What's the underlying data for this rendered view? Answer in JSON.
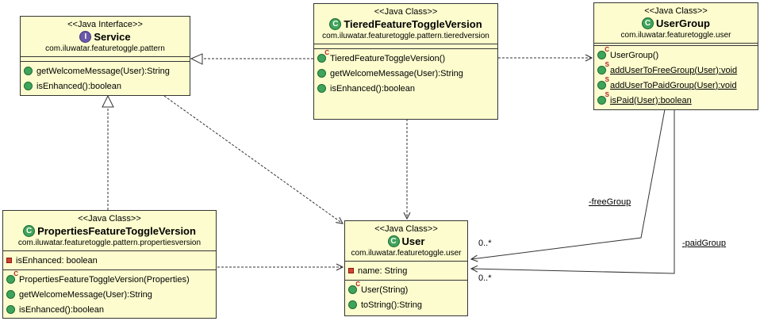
{
  "diagram": {
    "colors": {
      "box_fill": "#FCFCCE",
      "box_border": "#353535",
      "class_icon_green": "#3FA45B",
      "interface_icon_purple": "#6A58A8",
      "field_icon_red": "#D04437",
      "modifier_letter_red": "#B22222",
      "edge_stroke": "#333333"
    },
    "icons": {
      "class_letter": "C",
      "interface_letter": "I"
    },
    "classes": [
      {
        "id": "service",
        "stereotype": "<<Java Interface>>",
        "name": "Service",
        "kind": "interface",
        "package": "com.iluwatar.featuretoggle.pattern",
        "fields": [],
        "methods": [
          {
            "label": "getWelcomeMessage(User):String",
            "modifier": "public"
          },
          {
            "label": "isEnhanced():boolean",
            "modifier": "public"
          }
        ]
      },
      {
        "id": "tiered-feature-toggle-version",
        "stereotype": "<<Java Class>>",
        "name": "TieredFeatureToggleVersion",
        "kind": "class",
        "package": "com.iluwatar.featuretoggle.pattern.tieredversion",
        "fields": [],
        "methods": [
          {
            "label": "TieredFeatureToggleVersion()",
            "modifier": "constructor"
          },
          {
            "label": "getWelcomeMessage(User):String",
            "modifier": "public"
          },
          {
            "label": "isEnhanced():boolean",
            "modifier": "public"
          }
        ]
      },
      {
        "id": "user-group",
        "stereotype": "<<Java Class>>",
        "name": "UserGroup",
        "kind": "class",
        "package": "com.iluwatar.featuretoggle.user",
        "fields": [],
        "methods": [
          {
            "label": "UserGroup()",
            "modifier": "constructor"
          },
          {
            "label": "addUserToFreeGroup(User):void",
            "modifier": "static"
          },
          {
            "label": "addUserToPaidGroup(User):void",
            "modifier": "static"
          },
          {
            "label": "isPaid(User):boolean",
            "modifier": "static"
          }
        ]
      },
      {
        "id": "properties-feature-toggle-version",
        "stereotype": "<<Java Class>>",
        "name": "PropertiesFeatureToggleVersion",
        "kind": "class",
        "package": "com.iluwatar.featuretoggle.pattern.propertiesversion",
        "fields": [
          {
            "label": "isEnhanced: boolean",
            "modifier": "private"
          }
        ],
        "methods": [
          {
            "label": "PropertiesFeatureToggleVersion(Properties)",
            "modifier": "constructor"
          },
          {
            "label": "getWelcomeMessage(User):String",
            "modifier": "public"
          },
          {
            "label": "isEnhanced():boolean",
            "modifier": "public"
          }
        ]
      },
      {
        "id": "user",
        "stereotype": "<<Java Class>>",
        "name": "User",
        "kind": "class",
        "package": "com.iluwatar.featuretoggle.user",
        "fields": [
          {
            "label": "name: String",
            "modifier": "private"
          }
        ],
        "methods": [
          {
            "label": "User(String)",
            "modifier": "constructor"
          },
          {
            "label": "toString():String",
            "modifier": "public"
          }
        ]
      }
    ],
    "edge_labels": {
      "free_group": "-freeGroup",
      "paid_group": "-paidGroup",
      "multiplicity_free": "0..*",
      "multiplicity_paid": "0..*"
    }
  }
}
